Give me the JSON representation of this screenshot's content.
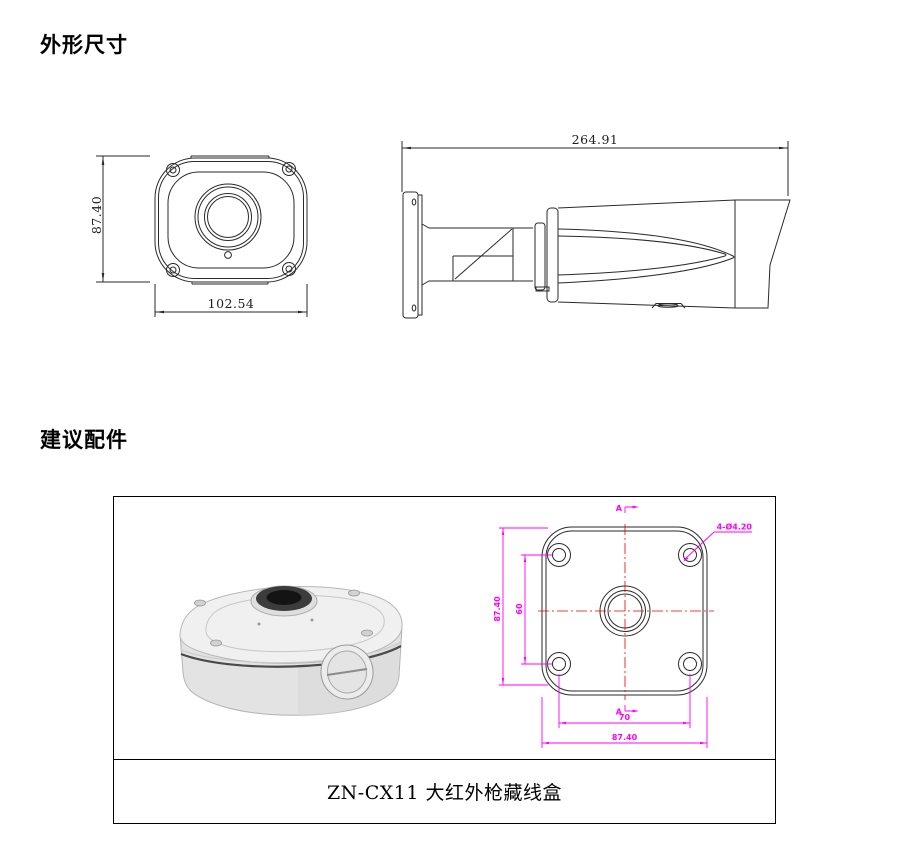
{
  "headings": {
    "outline_dimensions": "外形尺寸",
    "recommended_accessories": "建议配件"
  },
  "camera_front_view": {
    "height": "87.40",
    "width": "102.54"
  },
  "camera_side_view": {
    "length": "264.91"
  },
  "accessory": {
    "caption": "ZN-CX11 大红外枪藏线盒",
    "bottom_view": {
      "overall_height": "87.40",
      "vertical_hole_spacing": "60",
      "horizontal_hole_spacing": "70",
      "overall_width": "87.40",
      "mounting_holes_label": "4-Ø4.20",
      "section_marker_top": "A",
      "section_marker_bottom": "A"
    }
  },
  "colors": {
    "dimension_magenta": "#ff00ff",
    "centerline_red": "#e60000",
    "drawing_black": "#2a2a2a"
  }
}
